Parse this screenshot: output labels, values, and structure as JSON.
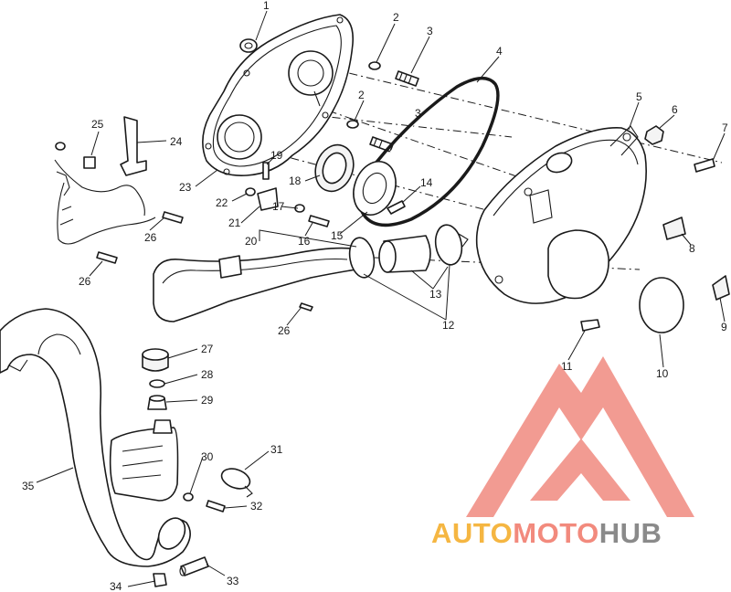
{
  "callouts": [
    {
      "id": "c1",
      "text": "1"
    },
    {
      "id": "c2a",
      "text": "2"
    },
    {
      "id": "c3a",
      "text": "3"
    },
    {
      "id": "c4",
      "text": "4"
    },
    {
      "id": "c2b",
      "text": "2"
    },
    {
      "id": "c3b",
      "text": "3"
    },
    {
      "id": "c5",
      "text": "5"
    },
    {
      "id": "c6",
      "text": "6"
    },
    {
      "id": "c7",
      "text": "7"
    },
    {
      "id": "c8",
      "text": "8"
    },
    {
      "id": "c9",
      "text": "9"
    },
    {
      "id": "c10",
      "text": "10"
    },
    {
      "id": "c11",
      "text": "11"
    },
    {
      "id": "c12",
      "text": "12"
    },
    {
      "id": "c13",
      "text": "13"
    },
    {
      "id": "c14",
      "text": "14"
    },
    {
      "id": "c15",
      "text": "15"
    },
    {
      "id": "c16",
      "text": "16"
    },
    {
      "id": "c17",
      "text": "17"
    },
    {
      "id": "c18",
      "text": "18"
    },
    {
      "id": "c19",
      "text": "19"
    },
    {
      "id": "c20",
      "text": "20"
    },
    {
      "id": "c21",
      "text": "21"
    },
    {
      "id": "c22",
      "text": "22"
    },
    {
      "id": "c23",
      "text": "23"
    },
    {
      "id": "c24",
      "text": "24"
    },
    {
      "id": "c25",
      "text": "25"
    },
    {
      "id": "c26a",
      "text": "26"
    },
    {
      "id": "c26b",
      "text": "26"
    },
    {
      "id": "c26c",
      "text": "26"
    },
    {
      "id": "c27",
      "text": "27"
    },
    {
      "id": "c28",
      "text": "28"
    },
    {
      "id": "c29",
      "text": "29"
    },
    {
      "id": "c30",
      "text": "30"
    },
    {
      "id": "c31",
      "text": "31"
    },
    {
      "id": "c32",
      "text": "32"
    },
    {
      "id": "c33",
      "text": "33"
    },
    {
      "id": "c34",
      "text": "34"
    },
    {
      "id": "c35",
      "text": "35"
    }
  ],
  "watermark": {
    "part_auto": "AUTO",
    "part_moto": "MOTO",
    "part_hub": "HUB",
    "color_auto": "#f5b642",
    "color_moto": "#f28a7d",
    "color_hub": "#8a8a8a",
    "logo_color": "#f08a80"
  }
}
